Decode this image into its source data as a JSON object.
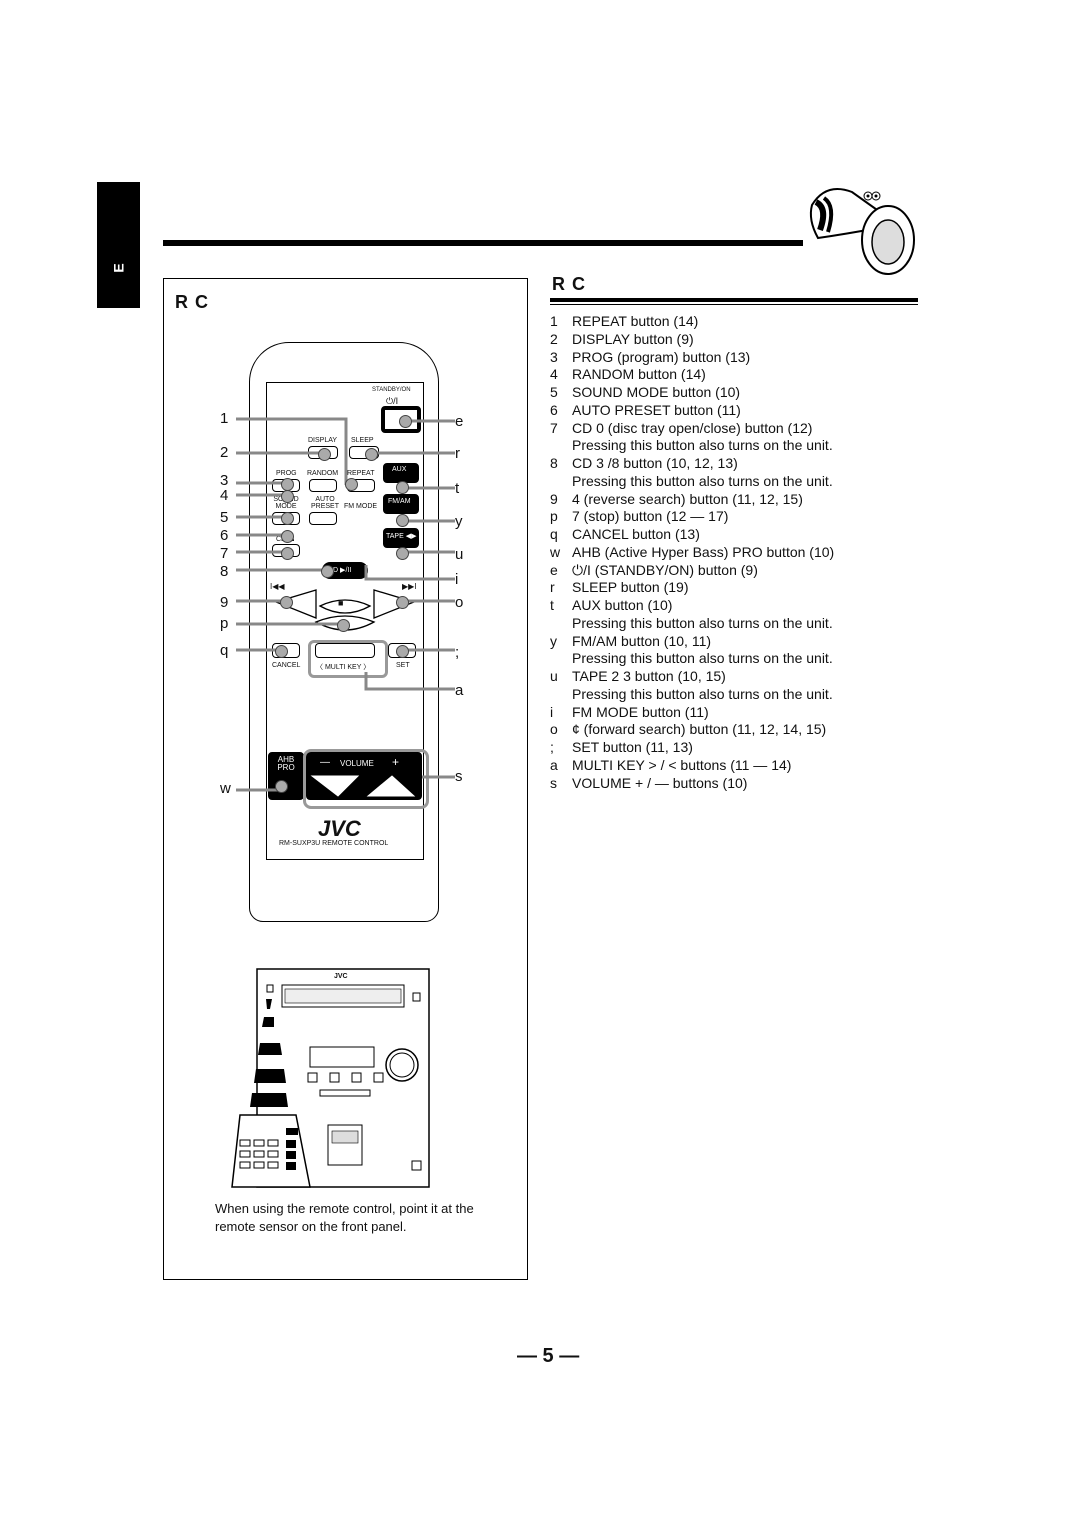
{
  "side_tab": {
    "label": "E"
  },
  "left_panel": {
    "title": "R C",
    "note": "When using the remote control, point it at the remote sensor on the front panel."
  },
  "remote": {
    "labels": {
      "standby": "STANDBY/ON",
      "standby_symbol": "⏻/I",
      "display": "DISPLAY",
      "sleep": "SLEEP",
      "prog": "PROG",
      "random": "RANDOM",
      "repeat": "REPEAT",
      "aux": "AUX",
      "sound_mode": "SOUND MODE",
      "auto_preset": "AUTO PRESET",
      "fm_mode": "FM MODE",
      "fm_am": "FM/AM",
      "cd_eject": "CD ⏏",
      "tape": "TAPE ◀▶",
      "cd_play": "CD ▶/II",
      "prev": "I◀◀",
      "next": "▶▶I",
      "stop": "■",
      "cancel": "CANCEL",
      "multi_key": "〈 MULTI KEY 〉",
      "set": "SET",
      "ahb_pro": "AHB PRO",
      "volume": "VOLUME",
      "vol_minus": "—",
      "vol_plus": "+",
      "brand": "JVC",
      "model": "RM-SUXP3U REMOTE CONTROL"
    },
    "callouts_left": [
      "1",
      "2",
      "3",
      "4",
      "5",
      "6",
      "7",
      "8",
      "9",
      "p",
      "q",
      "w"
    ],
    "callouts_right": [
      "e",
      "r",
      "t",
      "y",
      "u",
      "i",
      "o",
      ";",
      "a",
      "s"
    ]
  },
  "unit_illustration": {
    "brand": "JVC"
  },
  "right_panel": {
    "title": "R C",
    "items": [
      {
        "key": "1",
        "text": "REPEAT button (14)"
      },
      {
        "key": "2",
        "text": "DISPLAY button (9)"
      },
      {
        "key": "3",
        "text": "PROG (program) button (13)"
      },
      {
        "key": "4",
        "text": "RANDOM button (14)"
      },
      {
        "key": "5",
        "text": "SOUND MODE button (10)"
      },
      {
        "key": "6",
        "text": "AUTO PRESET button (11)"
      },
      {
        "key": "7",
        "text": "CD 0  (disc tray open/close) button (12)"
      },
      {
        "key": "",
        "text": "Pressing this button also turns on the unit."
      },
      {
        "key": "8",
        "text": "CD 3 /8  button (10, 12, 13)"
      },
      {
        "key": "",
        "text": "Pressing this button also turns on the unit."
      },
      {
        "key": "9",
        "text": "4     (reverse search) button (11, 12, 15)"
      },
      {
        "key": "p",
        "text": "7  (stop) button (12 — 17)"
      },
      {
        "key": "q",
        "text": "CANCEL button (13)"
      },
      {
        "key": "w",
        "text": "AHB (Active Hyper Bass) PRO button (10)"
      },
      {
        "key": "e",
        "text": "⏻/I  (STANDBY/ON) button (9)"
      },
      {
        "key": "r",
        "text": "SLEEP button (19)"
      },
      {
        "key": "t",
        "text": "AUX button  (10)"
      },
      {
        "key": "",
        "text": "Pressing this button also turns on the unit."
      },
      {
        "key": "y",
        "text": "FM/AM button (10, 11)"
      },
      {
        "key": "",
        "text": "Pressing this button also turns on the unit."
      },
      {
        "key": "u",
        "text": "TAPE 2  3  button (10, 15)"
      },
      {
        "key": "",
        "text": "Pressing this button also turns on the unit."
      },
      {
        "key": "i",
        "text": "FM MODE button (11)"
      },
      {
        "key": "o",
        "text": "¢     (forward search) button (11, 12, 14, 15)"
      },
      {
        "key": ";",
        "text": "SET button (11, 13)"
      },
      {
        "key": "a",
        "text": "MULTI KEY > / < buttons (11 — 14)"
      },
      {
        "key": "s",
        "text": "VOLUME + / — buttons (10)"
      }
    ]
  },
  "page_number": "— 5 —"
}
